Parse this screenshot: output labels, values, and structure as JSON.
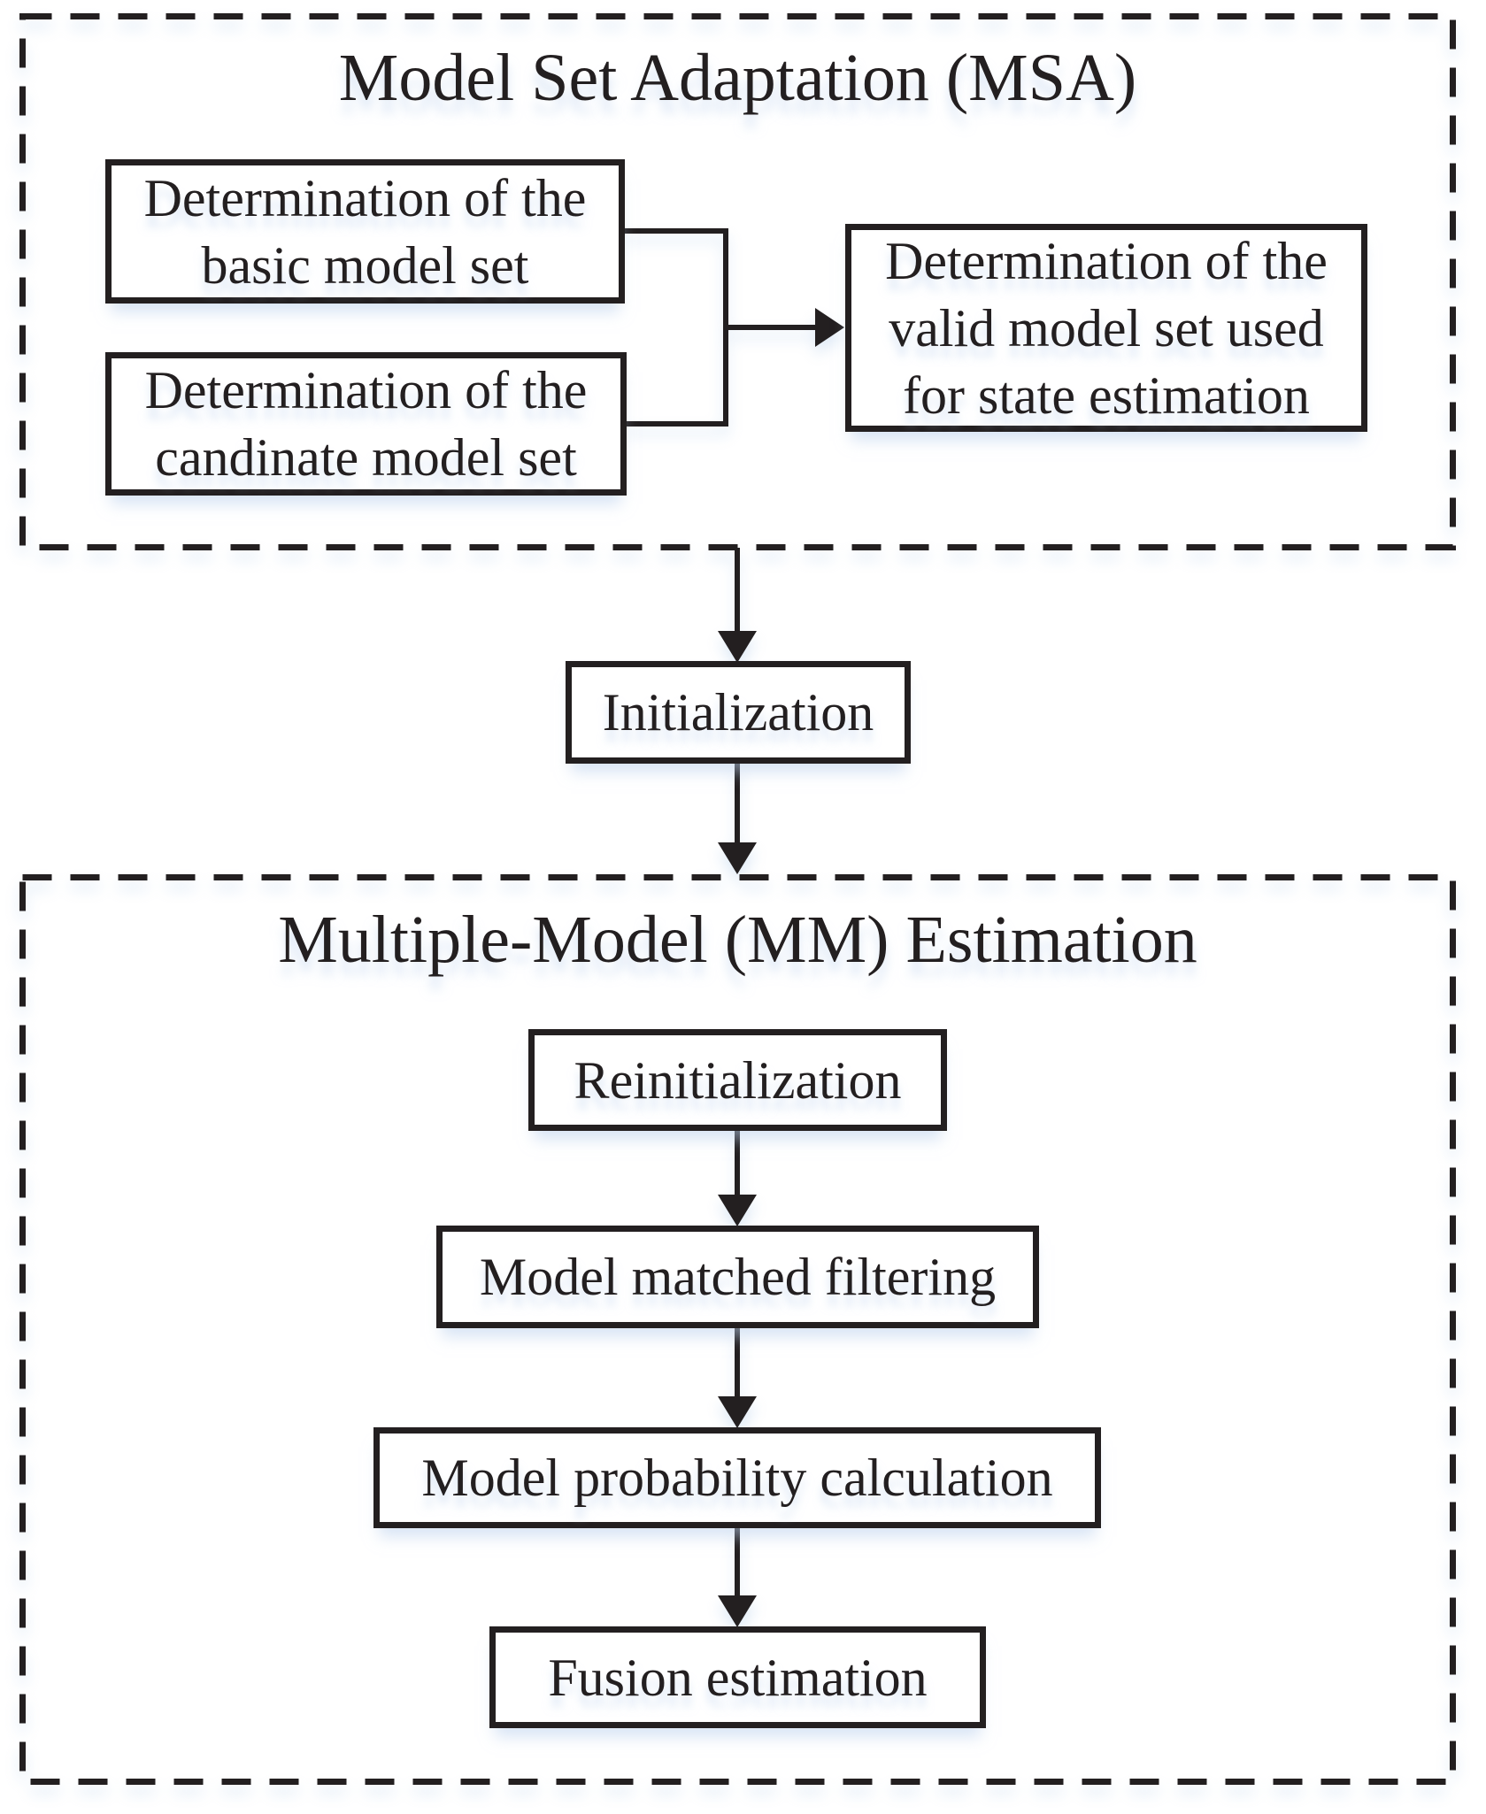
{
  "figure": {
    "background_color": "#ffffff",
    "line_color": "#231f20",
    "shadow_tint": "#b9d0ec"
  },
  "msa_section": {
    "title": "Model Set Adaptation (MSA)",
    "nodes": {
      "basic": {
        "lines": [
          "Determination of the",
          "basic model set"
        ]
      },
      "candidate": {
        "lines": [
          "Determination of the",
          "candinate model set"
        ]
      },
      "valid": {
        "lines": [
          "Determination of the",
          "valid model set used",
          "for state estimation"
        ]
      }
    }
  },
  "initialization": {
    "lines": [
      "Initialization"
    ]
  },
  "mm_section": {
    "title": "Multiple-Model (MM) Estimation",
    "nodes": {
      "reinitialization": {
        "lines": [
          "Reinitialization"
        ]
      },
      "matched_filtering": {
        "lines": [
          "Model matched filtering"
        ]
      },
      "probability": {
        "lines": [
          "Model probability calculation"
        ]
      },
      "fusion": {
        "lines": [
          "Fusion estimation"
        ]
      }
    }
  }
}
